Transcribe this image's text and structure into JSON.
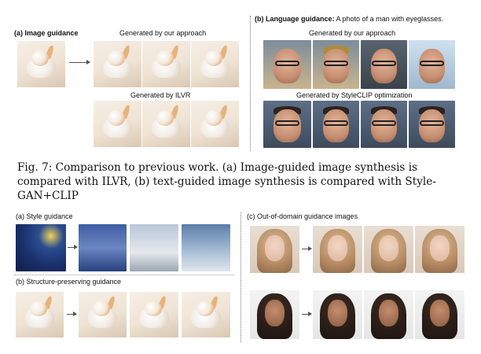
{
  "figure_top": {
    "panel_a": {
      "label_bold": "(a) Image guidance",
      "ours_heading": "Generated by our approach",
      "baseline_heading": "Generated by ILVR"
    },
    "panel_b": {
      "label_bold": "(b) Language guidance:",
      "prompt": "A photo of a man with eyeglasses.",
      "ours_heading": "Generated by our approach",
      "baseline_heading": "Generated by StyleCLIP optimization"
    }
  },
  "caption": {
    "text": "Fig. 7: Comparison to previous work. (a) Image-guided image synthesis is compared with ILVR, (b) text-guided image synthesis is compared with Style-GAN+CLIP"
  },
  "figure_bottom": {
    "style_label": "(a) Style guidance",
    "structure_label": "(b) Structure-preserving guidance",
    "ood_label": "(c) Out-of-domain guidance images"
  }
}
